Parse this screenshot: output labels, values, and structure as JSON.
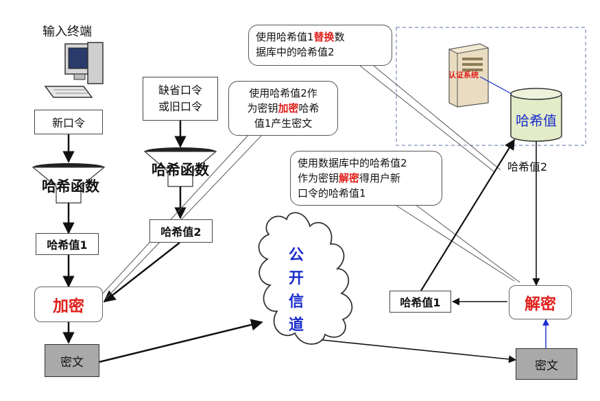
{
  "terminal_label": "输入终端",
  "left_chain": {
    "new_password": "新口令",
    "hash_function": "哈希函数",
    "hash1": "哈希值1",
    "encrypt": "加密",
    "ciphertext": "密文"
  },
  "middle_chain": {
    "default_password_line1": "缺省口令",
    "default_password_line2": "或旧口令",
    "hash_function": "哈希函数",
    "hash2": "哈希值2"
  },
  "callout_encrypt": {
    "line1": "使用哈希值2作",
    "line2_pre": "为密钥",
    "line2_red": "加密",
    "line2_post": "哈希",
    "line3": "值1产生密文"
  },
  "callout_replace": {
    "line1_pre": "使用哈希值1",
    "line1_red": "替换",
    "line1_post": "数",
    "line2": "据库中的哈希值2"
  },
  "callout_decrypt": {
    "line1": "使用数据库中的哈希值2",
    "line2_pre": "作为密钥",
    "line2_red": "解密",
    "line2_post": "得用户新",
    "line3": "口令的哈希值1"
  },
  "public_channel": [
    "公",
    "开",
    "信",
    "道"
  ],
  "server": {
    "auth_system": "认证系统",
    "db_hash": "哈希值",
    "db_hash2_label": "哈希值2"
  },
  "right_chain": {
    "decrypt": "解密",
    "hash1": "哈希值1",
    "ciphertext": "密文"
  },
  "colors": {
    "red": "#e0201c",
    "dark_purple": "#5a1a3a",
    "blue": "#1a2ccc",
    "cylinder": "#e3ecc8",
    "cipher_box": "#a9a9a9"
  }
}
